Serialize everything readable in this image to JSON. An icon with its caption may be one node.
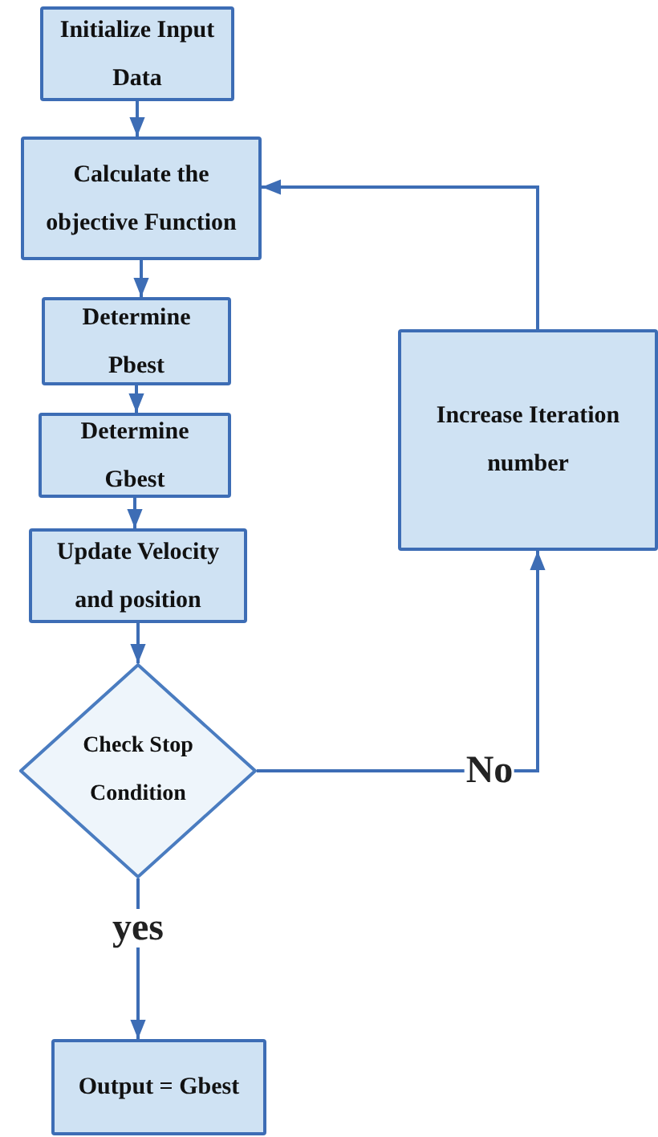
{
  "diagram": {
    "nodes": [
      {
        "text": [
          "Initialize Input Data"
        ]
      },
      {
        "text": [
          "Calculate the objective Function"
        ]
      },
      {
        "text": [
          "Determine Pbest"
        ]
      },
      {
        "text": [
          "Determine Gbest"
        ]
      },
      {
        "text": [
          "Update Velocity and position"
        ]
      },
      {
        "text": [
          "Check Stop Condition"
        ]
      },
      {
        "text": [
          "Increase Iteration number"
        ]
      },
      {
        "text": [
          "Output = Gbest"
        ]
      }
    ],
    "edges": [
      {
        "from": 0,
        "to": 1,
        "arrow": "to"
      },
      {
        "from": 1,
        "to": 2,
        "arrow": "to"
      },
      {
        "from": 2,
        "to": 3,
        "arrow": "to"
      },
      {
        "from": 3,
        "to": 4,
        "arrow": "to"
      },
      {
        "from": 4,
        "to": 5,
        "arrow": "to"
      },
      {
        "from": 5,
        "to": 7,
        "arrow": "to",
        "label": "yes"
      },
      {
        "from": 5,
        "to": 6,
        "arrow": "to",
        "label": "No"
      },
      {
        "from": 6,
        "to": 1,
        "arrow": "to"
      }
    ]
  }
}
